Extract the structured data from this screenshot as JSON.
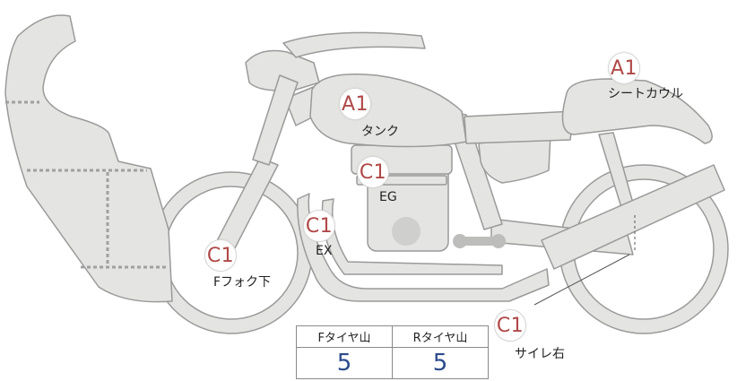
{
  "colors": {
    "part_fill": "#e4e4e2",
    "outline": "#9a9a9a",
    "grade_text": "#b04848",
    "value_text": "#2b4b8c"
  },
  "parts": [
    {
      "id": "seat_cowl",
      "grade": "A1",
      "label": "シートカウル"
    },
    {
      "id": "tank",
      "grade": "A1",
      "label": "タンク"
    },
    {
      "id": "engine",
      "grade": "C1",
      "label": "EG"
    },
    {
      "id": "exhaust",
      "grade": "C1",
      "label": "EX"
    },
    {
      "id": "front_fork",
      "grade": "C1",
      "label": "Fフォク下"
    },
    {
      "id": "muffler",
      "grade": "C1",
      "label": "サイレ右"
    }
  ],
  "tires": {
    "front_header": "Fタイヤ山",
    "rear_header": "Rタイヤ山",
    "front_value": "5",
    "rear_value": "5"
  }
}
